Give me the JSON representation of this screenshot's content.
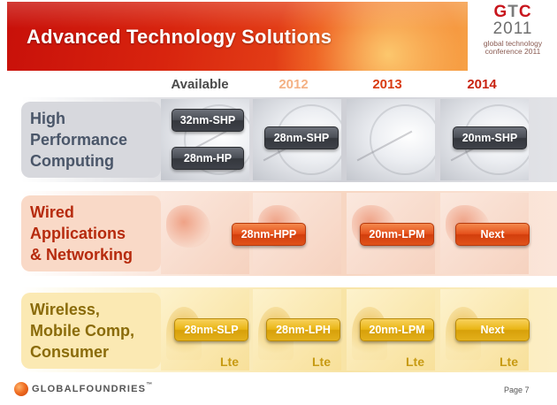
{
  "header": {
    "title": "Advanced Technology Solutions",
    "gtc_logo": {
      "letters": [
        "G",
        "T",
        "C"
      ],
      "year": "2011",
      "subtitle_line1": "global technology",
      "subtitle_line2": "conference 2011"
    }
  },
  "columns": [
    "Available",
    "2012",
    "2013",
    "2014"
  ],
  "rows": {
    "hpc": {
      "label_lines": [
        "High",
        "Performance",
        "Computing"
      ],
      "chips": [
        "32nm-SHP",
        "28nm-HP",
        "28nm-SHP",
        "20nm-SHP"
      ]
    },
    "wired": {
      "label_lines": [
        "Wired",
        "Applications",
        "& Networking"
      ],
      "chips": [
        "28nm-HPP",
        "20nm-LPM",
        "Next"
      ]
    },
    "wireless": {
      "label_lines": [
        "Wireless,",
        "Mobile Comp,",
        "Consumer"
      ],
      "chips": [
        "28nm-SLP",
        "28nm-LPH",
        "20nm-LPM",
        "Next"
      ],
      "lte_label": "Lte"
    }
  },
  "footer": {
    "company": "GLOBALFOUNDRIES",
    "trademark": "™",
    "page": "Page 7"
  },
  "colors": {
    "banner_red": "#d8240e",
    "hpc_label": "#4a5669",
    "wired_label": "#b62a0d",
    "wireless_label": "#8a6b0a",
    "chip_gray": "#4a4e56",
    "chip_orange": "#e5511c",
    "chip_yellow": "#e9b514",
    "year_2012": "#f4b184",
    "year_2013": "#d93b12",
    "year_2014": "#c8220f"
  },
  "icons": [
    "gtc-logo-icon",
    "globalfoundries-logo-icon",
    "speedometer-icon",
    "network-cable-icon",
    "cell-tower-icon",
    "lte-logo-icon"
  ]
}
